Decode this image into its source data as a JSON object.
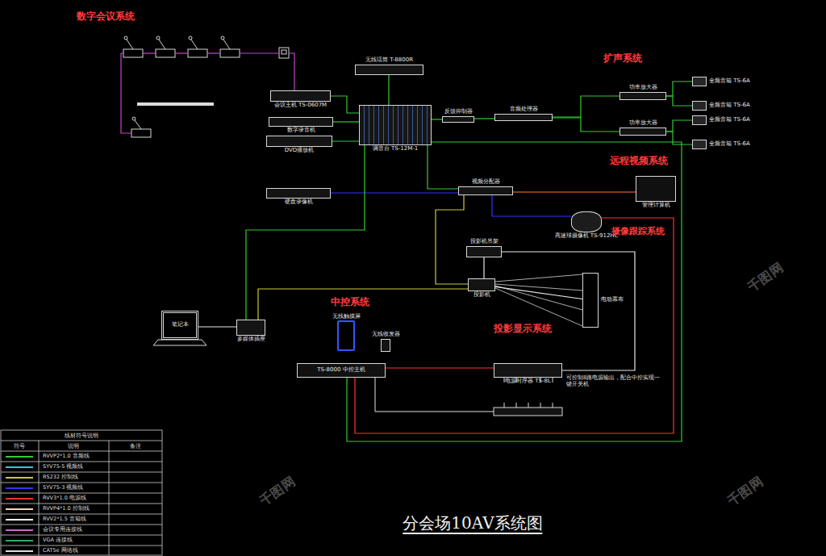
{
  "diagram": {
    "title": "分会场10AV系统图",
    "nodes": [
      {
        "text": [
          "会议主机 TS-0607M"
        ]
      },
      {
        "text": [
          "无线话筒 T-8800R"
        ]
      },
      {
        "text": [
          "数字录音机"
        ]
      },
      {
        "text": [
          "DVD播放机"
        ]
      },
      {
        "text": [
          "调音台 TS-12M-1"
        ]
      },
      {
        "text": [
          "反馈抑制器"
        ]
      },
      {
        "text": [
          "音频处理器"
        ]
      },
      {
        "text": [
          "功率放大器"
        ]
      },
      {
        "text": [
          "功率放大器"
        ]
      },
      {
        "text": [
          "全频音箱 TS-6A"
        ]
      },
      {
        "text": [
          "全频音箱 TS-6A"
        ]
      },
      {
        "text": [
          "全频音箱 TS-6A"
        ]
      },
      {
        "text": [
          "全频音箱 TS-6A"
        ]
      },
      {
        "text": [
          "硬盘录像机"
        ]
      },
      {
        "text": [
          "视频分配器"
        ]
      },
      {
        "text": [
          "管理计算机"
        ]
      },
      {
        "text": [
          "高速球摄像机 TS-912HC"
        ]
      },
      {
        "text": [
          "投影机吊架"
        ]
      },
      {
        "text": [
          "投影机"
        ]
      },
      {
        "text": [
          "电动幕布"
        ]
      },
      {
        "text": [
          "笔记本"
        ]
      },
      {
        "text": [
          "多媒体插座"
        ]
      },
      {
        "text": [
          "无线触摸屏"
        ]
      },
      {
        "text": [
          "无线收发器"
        ]
      },
      {
        "text": [
          "TS-8000 中控主机"
        ]
      },
      {
        "text": [
          "电源时序器 TS-8L"
        ]
      }
    ],
    "edges": [
      {
        "from": 1,
        "to": 4,
        "arrow": "none"
      },
      {
        "from": 0,
        "to": 4,
        "arrow": "none"
      },
      {
        "from": 2,
        "to": 4,
        "arrow": "none"
      },
      {
        "from": 3,
        "to": 4,
        "arrow": "none"
      },
      {
        "from": 4,
        "to": 5,
        "arrow": "none"
      },
      {
        "from": 5,
        "to": 6,
        "arrow": "none"
      },
      {
        "from": 6,
        "to": 7,
        "arrow": "none"
      },
      {
        "from": 6,
        "to": 8,
        "arrow": "none"
      },
      {
        "from": 7,
        "to": 9,
        "arrow": "none"
      },
      {
        "from": 7,
        "to": 10,
        "arrow": "none"
      },
      {
        "from": 8,
        "to": 11,
        "arrow": "none"
      },
      {
        "from": 8,
        "to": 12,
        "arrow": "none"
      },
      {
        "from": 4,
        "to": 14,
        "arrow": "none"
      },
      {
        "from": 13,
        "to": 14,
        "arrow": "none"
      },
      {
        "from": 14,
        "to": 15,
        "arrow": "none"
      },
      {
        "from": 14,
        "to": 16,
        "arrow": "none"
      },
      {
        "from": 14,
        "to": 18,
        "arrow": "none"
      },
      {
        "from": 4,
        "to": 21,
        "arrow": "none"
      },
      {
        "from": 21,
        "to": 18,
        "arrow": "none"
      },
      {
        "from": 20,
        "to": 21,
        "arrow": "none"
      },
      {
        "from": 17,
        "to": 18,
        "arrow": "none"
      },
      {
        "from": 18,
        "to": 19,
        "arrow": "none"
      },
      {
        "from": 17,
        "to": 25,
        "arrow": "none"
      },
      {
        "from": 24,
        "to": 25,
        "arrow": "none"
      },
      {
        "from": 4,
        "to": 24,
        "arrow": "none"
      },
      {
        "from": 16,
        "to": 24,
        "arrow": "none"
      }
    ],
    "labels": [
      "数字会议系统",
      "扩声系统",
      "远程视频系统",
      "摄像跟踪系统",
      "中控系统",
      "投影显示系统",
      "可控制8路电源输出，配合中控实现一键开关机",
      "线材符号说明",
      "符号",
      "说明",
      "备注",
      "千图网",
      "千图网",
      "千图网"
    ],
    "legend": [
      {
        "text": "RVVP2*1.0 音频线",
        "color": "#33cc33"
      },
      {
        "text": "SYV75-5 视频线",
        "color": "#33cccc"
      },
      {
        "text": "RS232 控制线",
        "color": "#cccc33"
      },
      {
        "text": "SYV75-3 视频线",
        "color": "#3333ff"
      },
      {
        "text": "RVV3*1.0 电源线",
        "color": "#ff3333"
      },
      {
        "text": "RVVP4*1.0 控制线",
        "color": "#f0d8c0"
      },
      {
        "text": "RVV2*1.5 音箱线",
        "color": "#ffffff"
      },
      {
        "text": "会议专用连接线",
        "color": "#cc66cc"
      },
      {
        "text": "VGA 连接线",
        "color": "#33aa66"
      },
      {
        "text": "CAT5e 网络线",
        "color": "#dddddd"
      }
    ]
  }
}
